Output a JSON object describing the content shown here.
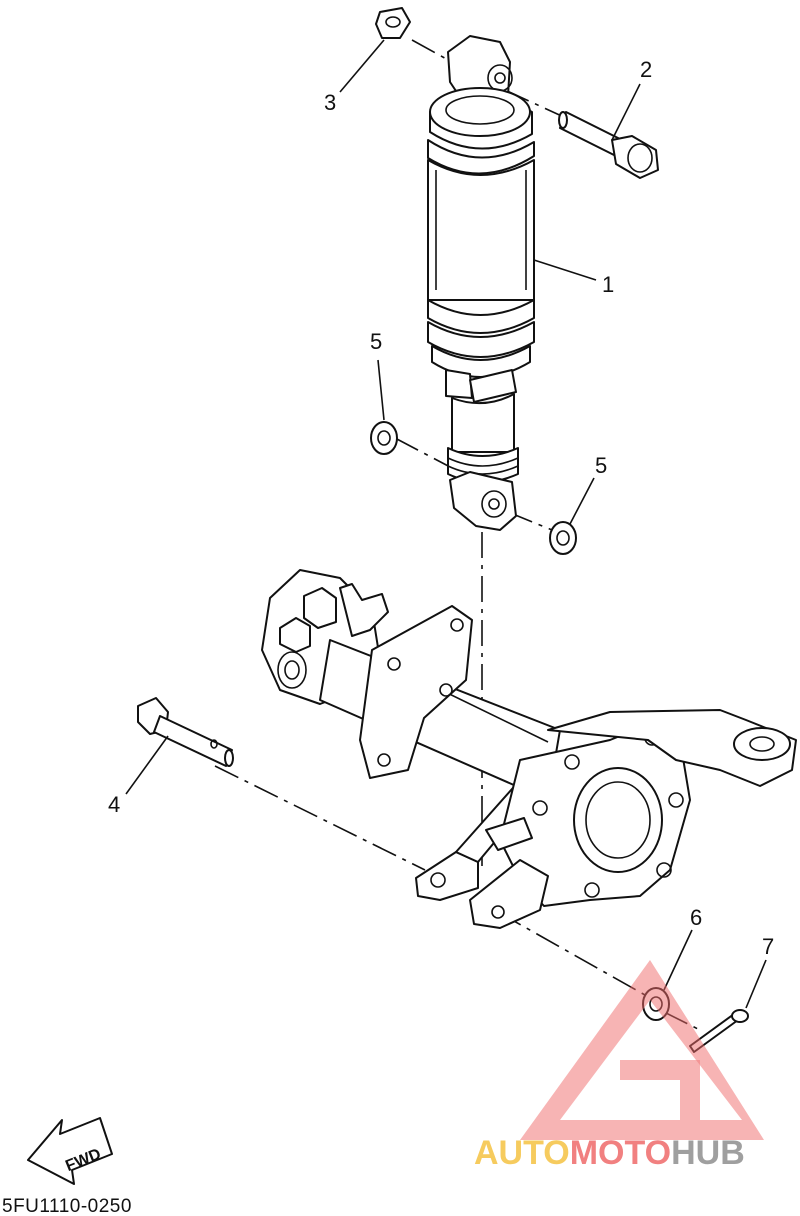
{
  "diagram_code": "5FU1110-0250",
  "fwd_label": "FWD",
  "callouts": {
    "shock_absorber": "1",
    "upper_bolt": "2",
    "upper_washer": "3",
    "lower_bolt": "4",
    "washer_left": "5",
    "washer_right": "5",
    "lower_washer": "6",
    "cotter_pin": "7"
  },
  "watermark": {
    "part1": "AUTO",
    "part2": "MOTO",
    "part3": "HUB",
    "colors": {
      "auto": "#f5c242",
      "moto": "#ef6a6a",
      "hub": "#8f8f8f",
      "triangle": "#ef6a6a"
    }
  }
}
